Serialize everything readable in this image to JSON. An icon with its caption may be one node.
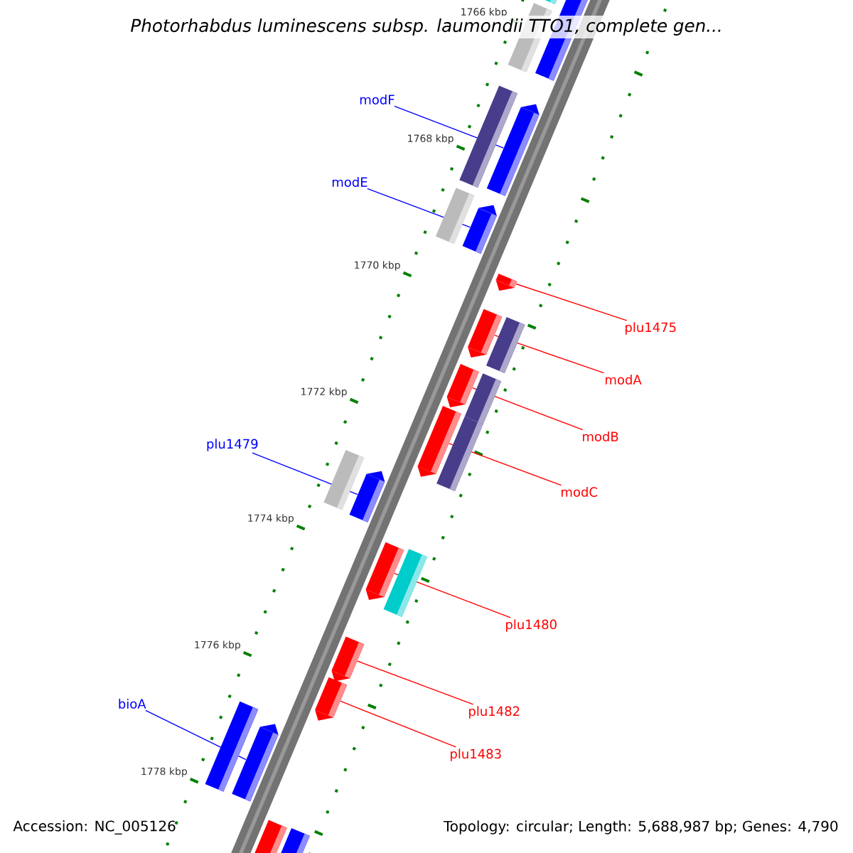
{
  "diagram": {
    "title": "Photorhabdus luminescens subsp. laumondii TTO1, complete gen...",
    "nodes": [
      {
        "text": [
          "modF"
        ]
      },
      {
        "text": [],
        "shape": "bar"
      },
      {
        "text": [
          "modE"
        ]
      },
      {
        "text": [],
        "shape": "bar"
      },
      {
        "text": [
          "plu1475"
        ]
      },
      {
        "text": [],
        "shape": "bar"
      },
      {
        "text": [
          "modA"
        ]
      },
      {
        "text": [],
        "shape": "bar"
      },
      {
        "text": [
          "modB"
        ]
      },
      {
        "text": [],
        "shape": "bar"
      },
      {
        "text": [
          "modC"
        ]
      },
      {
        "text": [],
        "shape": "bar"
      },
      {
        "text": [
          "plu1479"
        ]
      },
      {
        "text": [],
        "shape": "bar"
      },
      {
        "text": [
          "plu1480"
        ]
      },
      {
        "text": [],
        "shape": "bar"
      },
      {
        "text": [
          "plu1482"
        ]
      },
      {
        "text": [],
        "shape": "bar"
      },
      {
        "text": [
          "plu1483"
        ]
      },
      {
        "text": [],
        "shape": "bar"
      },
      {
        "text": [
          "bioA"
        ]
      },
      {
        "text": [],
        "shape": "bar"
      }
    ],
    "edges": [
      {
        "from": 0,
        "to": 1,
        "arrow": "none",
        "color": "#0000ff"
      },
      {
        "from": 2,
        "to": 3,
        "arrow": "none",
        "color": "#0000ff"
      },
      {
        "from": 4,
        "to": 5,
        "arrow": "none"
      },
      {
        "from": 6,
        "to": 7,
        "arrow": "none"
      },
      {
        "from": 8,
        "to": 9,
        "arrow": "none"
      },
      {
        "from": 10,
        "to": 11,
        "arrow": "none"
      },
      {
        "from": 12,
        "to": 13,
        "arrow": "none",
        "color": "#0000ff"
      },
      {
        "from": 14,
        "to": 15,
        "arrow": "none"
      },
      {
        "from": 16,
        "to": 17,
        "arrow": "none"
      },
      {
        "from": 18,
        "to": 19,
        "arrow": "none"
      },
      {
        "from": 20,
        "to": 21,
        "arrow": "none",
        "color": "#0000ff"
      }
    ],
    "labels": [
      "1766 kbp",
      "1768 kbp",
      "1770 kbp",
      "1772 kbp",
      "1774 kbp",
      "1776 kbp",
      "1778 kbp",
      "Accession: NC_005126",
      "Topology: circular; Length: 5,688,987 bp; Genes: 4,790"
    ]
  }
}
